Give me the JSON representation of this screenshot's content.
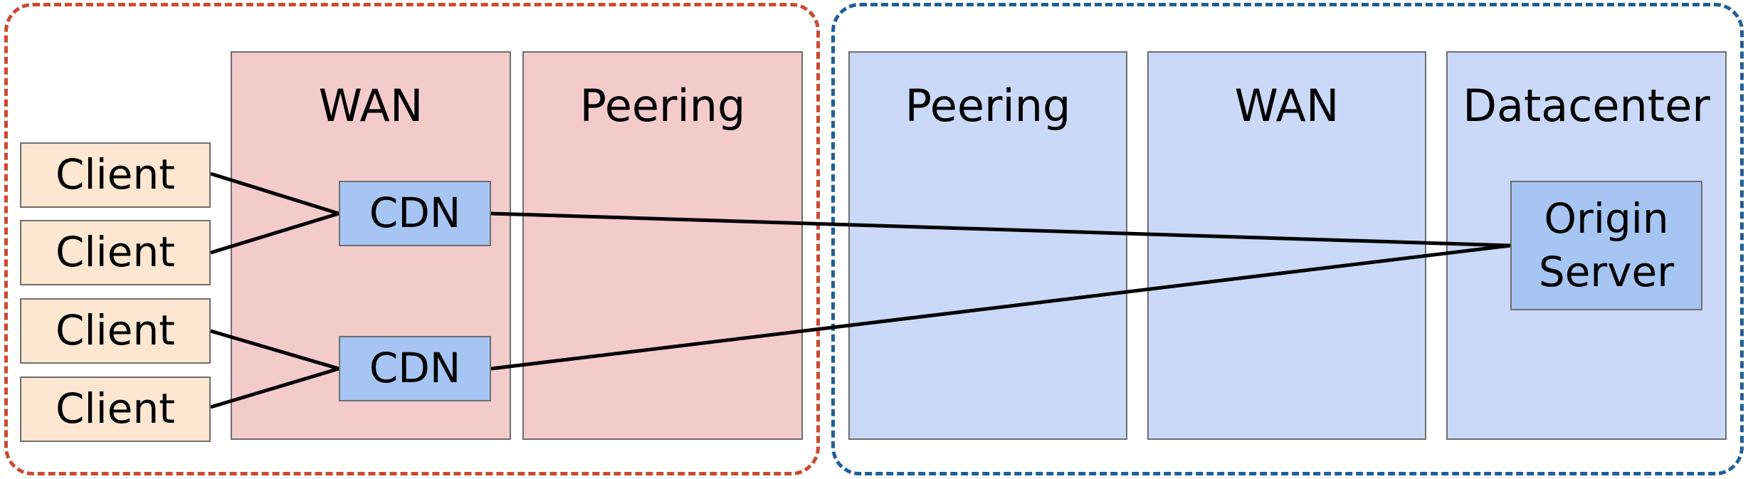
{
  "zones": {
    "left_wan": "WAN",
    "left_peering": "Peering",
    "right_peering": "Peering",
    "right_wan": "WAN",
    "right_datacenter": "Datacenter"
  },
  "clients": [
    "Client",
    "Client",
    "Client",
    "Client"
  ],
  "cdns": [
    "CDN",
    "CDN"
  ],
  "origin": {
    "line1": "Origin",
    "line2": "Server"
  },
  "colors": {
    "left_region_border": "#cc4a2f",
    "right_region_border": "#1f5f99",
    "left_zone_fill": "#f4cbcb",
    "right_zone_fill": "#c9d9f7",
    "client_fill": "#fde7d0",
    "cdn_fill": "#a6c5f3",
    "link_color": "#000000"
  }
}
